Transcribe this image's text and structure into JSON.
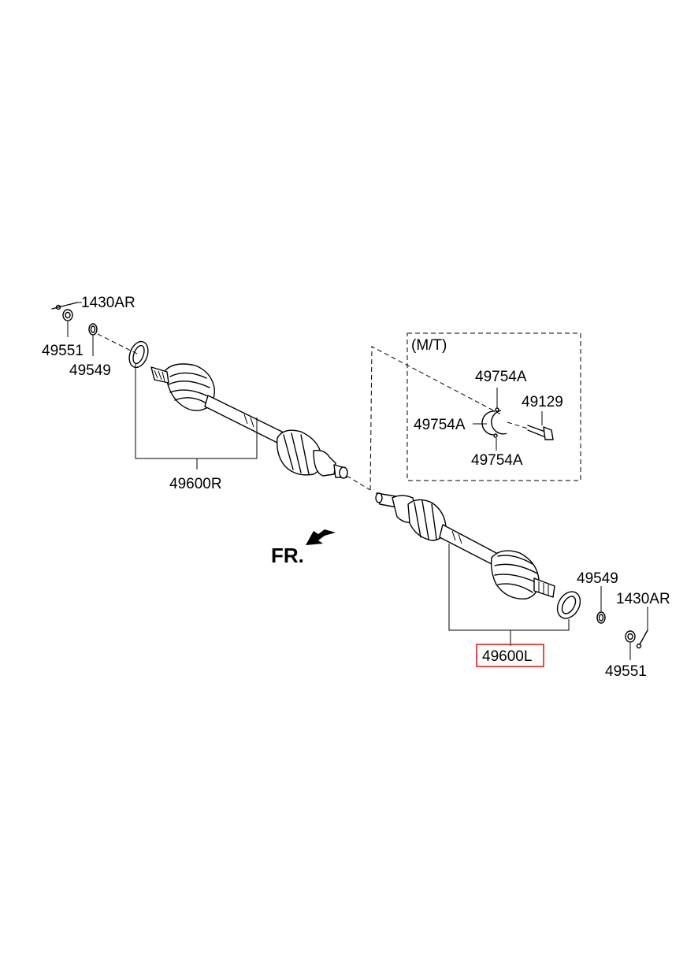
{
  "labels": {
    "pin_right": "1430AR",
    "nut_right": "49551",
    "washer_right": "49549",
    "shaft_right": "49600R",
    "mt_group": "(M/T)",
    "clip_top": "49754A",
    "clip_left": "49754A",
    "clip_bottom": "49754A",
    "bolt": "49129",
    "shaft_left": "49600L",
    "washer_left": "49549",
    "pin_left": "1430AR",
    "nut_left": "49551",
    "front_marker": "FR."
  },
  "colors": {
    "line": "#000000",
    "highlight_box": "#e0201b",
    "background": "#ffffff"
  },
  "highlighted_part": "49600L"
}
